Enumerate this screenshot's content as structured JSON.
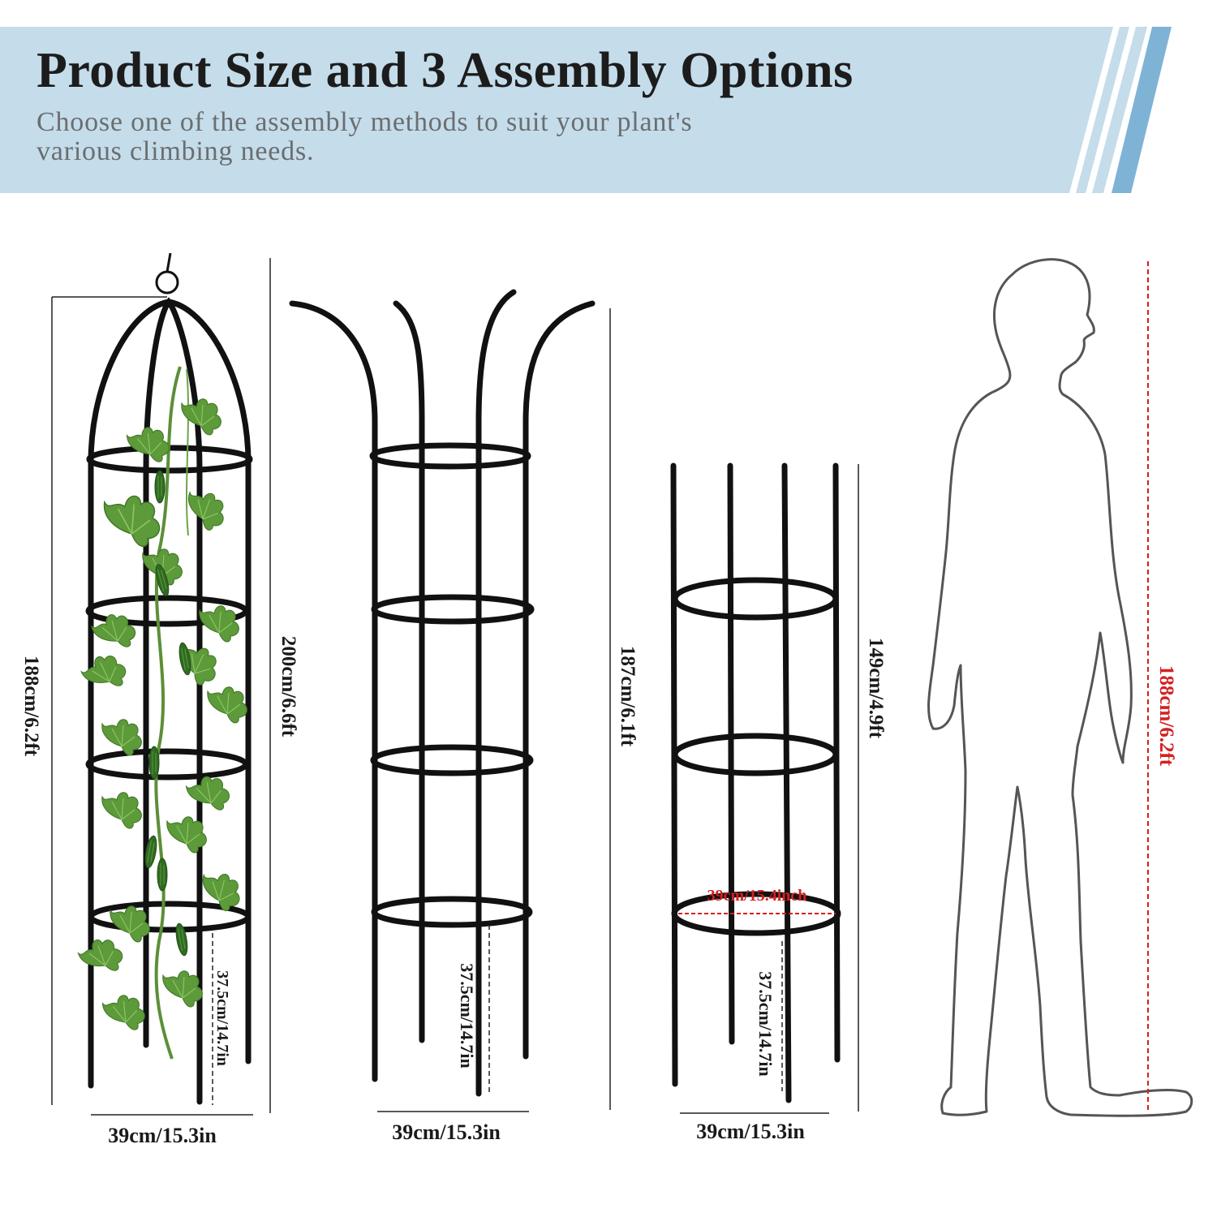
{
  "header": {
    "title": "Product Size and 3 Assembly Options",
    "subtitle_line1": "Choose one of the assembly methods to suit your plant's",
    "subtitle_line2": "various climbing needs."
  },
  "options": [
    {
      "overall_height": "200cm/6.6ft",
      "side_height": "188cm/6.2ft",
      "leg_length": "37.5cm/14.7in",
      "width": "39cm/15.3in"
    },
    {
      "overall_height": "187cm/6.1ft",
      "leg_length": "37.5cm/14.7in",
      "width": "39cm/15.3in"
    },
    {
      "overall_height": "149cm/4.9ft",
      "leg_length": "37.5cm/14.7in",
      "width": "39cm/15.3in",
      "ring_diameter": "39cm/15.4inch"
    }
  ],
  "person": {
    "height": "188cm/6.2ft"
  },
  "colors": {
    "banner": "#c5dcea",
    "stripe": "#7fb3d6",
    "title": "#1c1c1c",
    "subtitle": "#6a6e70",
    "frame": "#111111",
    "leaf": "#5d9a3a",
    "accent_red": "#d42020"
  }
}
